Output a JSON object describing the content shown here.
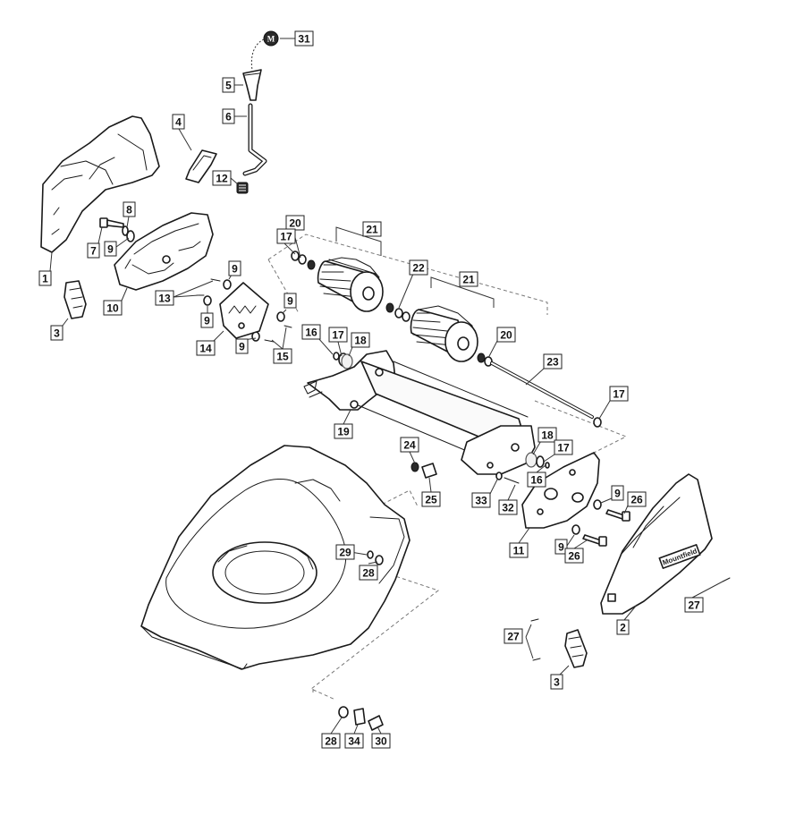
{
  "diagram": {
    "brand_plate": "Mountfield",
    "marker_symbol": "M",
    "callouts": [
      {
        "id": "c31",
        "label": "31"
      },
      {
        "id": "c5",
        "label": "5"
      },
      {
        "id": "c6",
        "label": "6"
      },
      {
        "id": "c4",
        "label": "4"
      },
      {
        "id": "c12",
        "label": "12"
      },
      {
        "id": "c8",
        "label": "8"
      },
      {
        "id": "c7",
        "label": "7"
      },
      {
        "id": "c9a",
        "label": "9"
      },
      {
        "id": "c1",
        "label": "1"
      },
      {
        "id": "c3a",
        "label": "3"
      },
      {
        "id": "c10",
        "label": "10"
      },
      {
        "id": "c9b",
        "label": "9"
      },
      {
        "id": "c13",
        "label": "13"
      },
      {
        "id": "c9c",
        "label": "9"
      },
      {
        "id": "c14",
        "label": "14"
      },
      {
        "id": "c9d",
        "label": "9"
      },
      {
        "id": "c9e",
        "label": "9"
      },
      {
        "id": "c15",
        "label": "15"
      },
      {
        "id": "c20a",
        "label": "20"
      },
      {
        "id": "c17a",
        "label": "17"
      },
      {
        "id": "c21a",
        "label": "21"
      },
      {
        "id": "c22",
        "label": "22"
      },
      {
        "id": "c21b",
        "label": "21"
      },
      {
        "id": "c16a",
        "label": "16"
      },
      {
        "id": "c17b",
        "label": "17"
      },
      {
        "id": "c18a",
        "label": "18"
      },
      {
        "id": "c20b",
        "label": "20"
      },
      {
        "id": "c23",
        "label": "23"
      },
      {
        "id": "c17c",
        "label": "17"
      },
      {
        "id": "c19",
        "label": "19"
      },
      {
        "id": "c24",
        "label": "24"
      },
      {
        "id": "c18b",
        "label": "18"
      },
      {
        "id": "c17d",
        "label": "17"
      },
      {
        "id": "c16b",
        "label": "16"
      },
      {
        "id": "c25",
        "label": "25"
      },
      {
        "id": "c33",
        "label": "33"
      },
      {
        "id": "c32",
        "label": "32"
      },
      {
        "id": "c9f",
        "label": "9"
      },
      {
        "id": "c26a",
        "label": "26"
      },
      {
        "id": "c11",
        "label": "11"
      },
      {
        "id": "c9g",
        "label": "9"
      },
      {
        "id": "c26b",
        "label": "26"
      },
      {
        "id": "c29",
        "label": "29"
      },
      {
        "id": "c28a",
        "label": "28"
      },
      {
        "id": "c27a",
        "label": "27"
      },
      {
        "id": "c2",
        "label": "2"
      },
      {
        "id": "c27b",
        "label": "27"
      },
      {
        "id": "c3b",
        "label": "3"
      },
      {
        "id": "c28b",
        "label": "28"
      },
      {
        "id": "c34",
        "label": "34"
      },
      {
        "id": "c30",
        "label": "30"
      }
    ]
  }
}
